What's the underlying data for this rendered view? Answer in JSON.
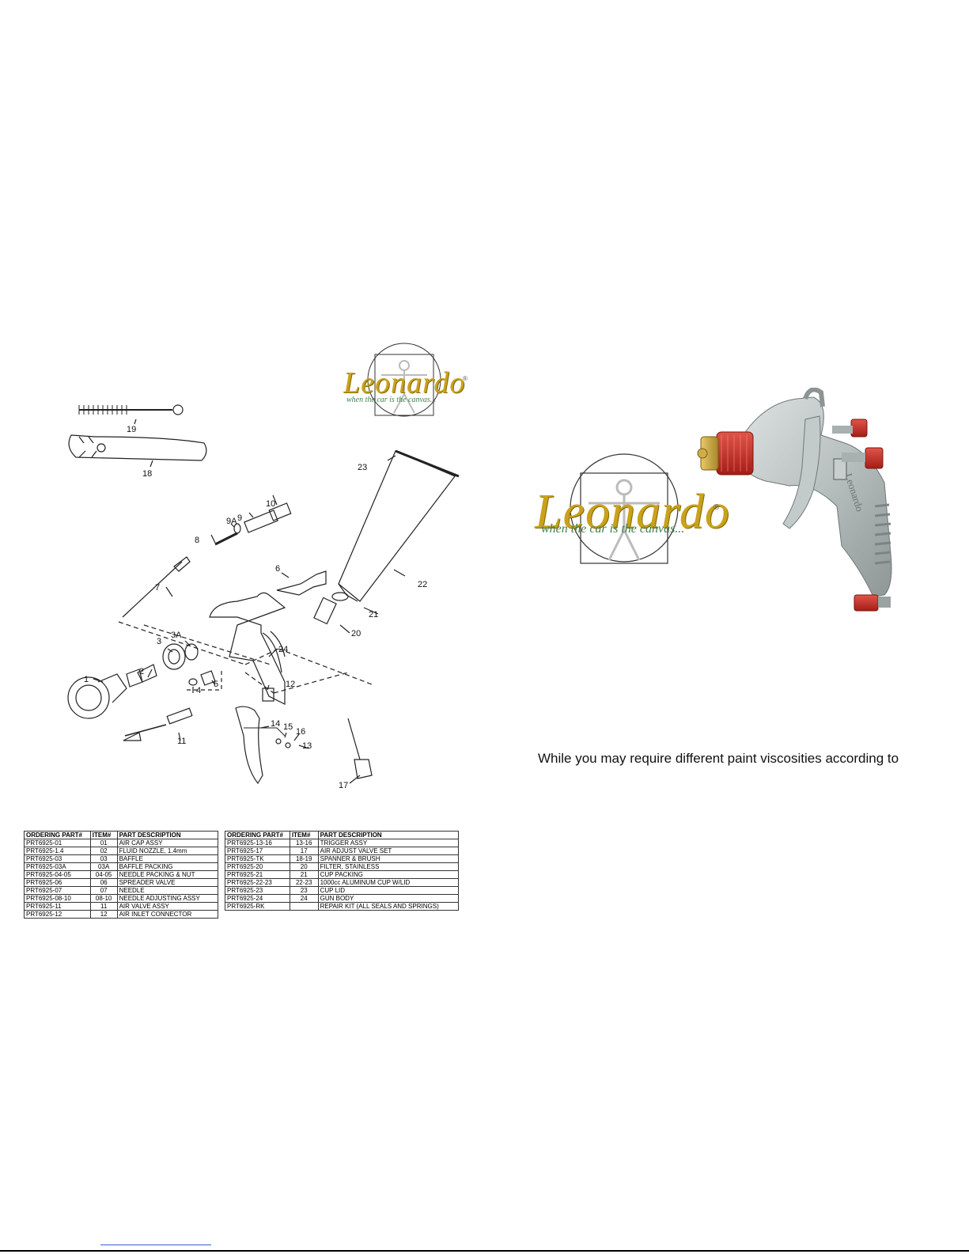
{
  "brand": {
    "name": "Leonardo",
    "tagline": "when the car is the canvas...",
    "reg_mark": "®",
    "gun_body_mark": "Leonardo"
  },
  "diagram_labels": [
    "19",
    "18",
    "23",
    "10",
    "9A",
    "9",
    "8",
    "7",
    "6",
    "22",
    "21",
    "20",
    "1",
    "2",
    "3",
    "3A",
    "24",
    "4",
    "5",
    "12",
    "11",
    "14",
    "15",
    "16",
    "13",
    "17"
  ],
  "tables": {
    "headers": [
      "ORDERING PART#",
      "ITEM#",
      "PART DESCRIPTION"
    ],
    "left": [
      {
        "part": "PRT6925-01",
        "item": "01",
        "desc": "AIR CAP ASSY"
      },
      {
        "part": "PRT6925-1.4",
        "item": "02",
        "desc": "FLUID NOZZLE, 1.4mm"
      },
      {
        "part": "PRT6925-03",
        "item": "03",
        "desc": "BAFFLE"
      },
      {
        "part": "PRT6925-03A",
        "item": "03A",
        "desc": "BAFFLE PACKING"
      },
      {
        "part": "PRT6925-04-05",
        "item": "04-05",
        "desc": "NEEDLE PACKING & NUT"
      },
      {
        "part": "PRT6925-06",
        "item": "06",
        "desc": "SPREADER VALVE"
      },
      {
        "part": "PRT6925-07",
        "item": "07",
        "desc": "NEEDLE"
      },
      {
        "part": "PRT6925-08-10",
        "item": "08-10",
        "desc": "NEEDLE ADJUSTING ASSY"
      },
      {
        "part": "PRT6925-11",
        "item": "11",
        "desc": "AIR VALVE ASSY"
      },
      {
        "part": "PRT6925-12",
        "item": "12",
        "desc": "AIR INLET CONNECTOR"
      }
    ],
    "right": [
      {
        "part": "PRT6925-13-16",
        "item": "13-16",
        "desc": "TRIGGER ASSY"
      },
      {
        "part": "PRT6925-17",
        "item": "17",
        "desc": "AIR ADJUST VALVE SET"
      },
      {
        "part": "PRT6925-TK",
        "item": "18-19",
        "desc": "SPANNER & BRUSH"
      },
      {
        "part": "PRT6925-20",
        "item": "20",
        "desc": "FILTER, STAINLESS"
      },
      {
        "part": "PRT6925-21",
        "item": "21",
        "desc": "CUP PACKING"
      },
      {
        "part": "PRT6925-22-23",
        "item": "22-23",
        "desc": "1000cc ALUMINUM CUP W/LID"
      },
      {
        "part": "PRT6925-23",
        "item": "23",
        "desc": "CUP LID"
      },
      {
        "part": "PRT6925-24",
        "item": "24",
        "desc": "GUN BODY"
      },
      {
        "part": "PRT6925-RK",
        "item": "",
        "desc": "REPAIR KIT (ALL SEALS AND SPRINGS)"
      }
    ]
  },
  "caption": "While you may require different paint viscosities according to"
}
